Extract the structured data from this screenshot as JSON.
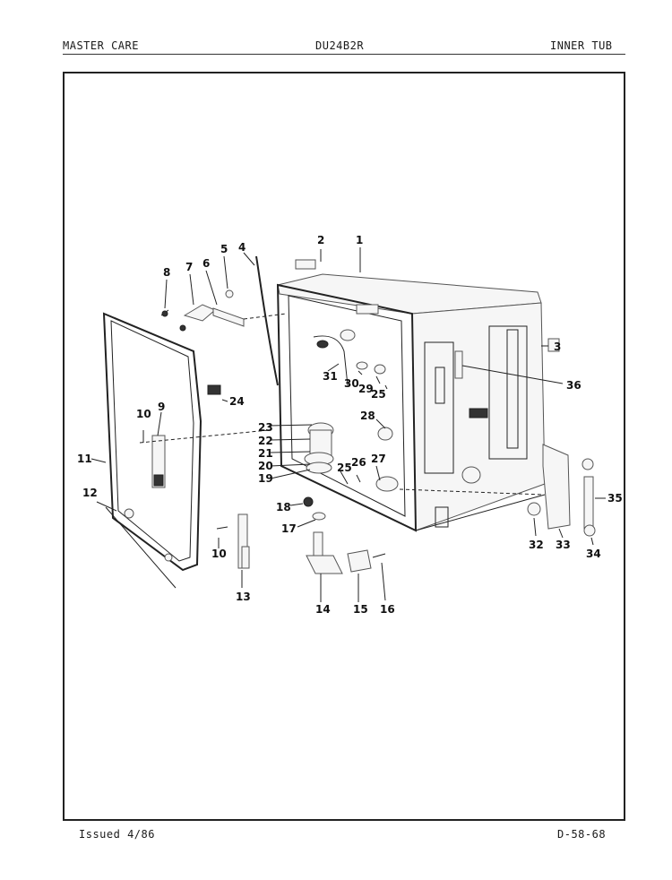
{
  "header": {
    "left": "MASTER CARE",
    "center": "DU24B2R",
    "right": "INNER TUB"
  },
  "footer": {
    "issued": "Issued 4/86",
    "code": "D-58-68"
  },
  "callouts": [
    "1",
    "2",
    "3",
    "4",
    "5",
    "6",
    "7",
    "8",
    "9",
    "10",
    "10",
    "11",
    "12",
    "13",
    "14",
    "15",
    "16",
    "17",
    "18",
    "19",
    "20",
    "21",
    "22",
    "23",
    "24",
    "25",
    "25",
    "26",
    "27",
    "28",
    "29",
    "30",
    "31",
    "32",
    "33",
    "34",
    "35",
    "36"
  ]
}
